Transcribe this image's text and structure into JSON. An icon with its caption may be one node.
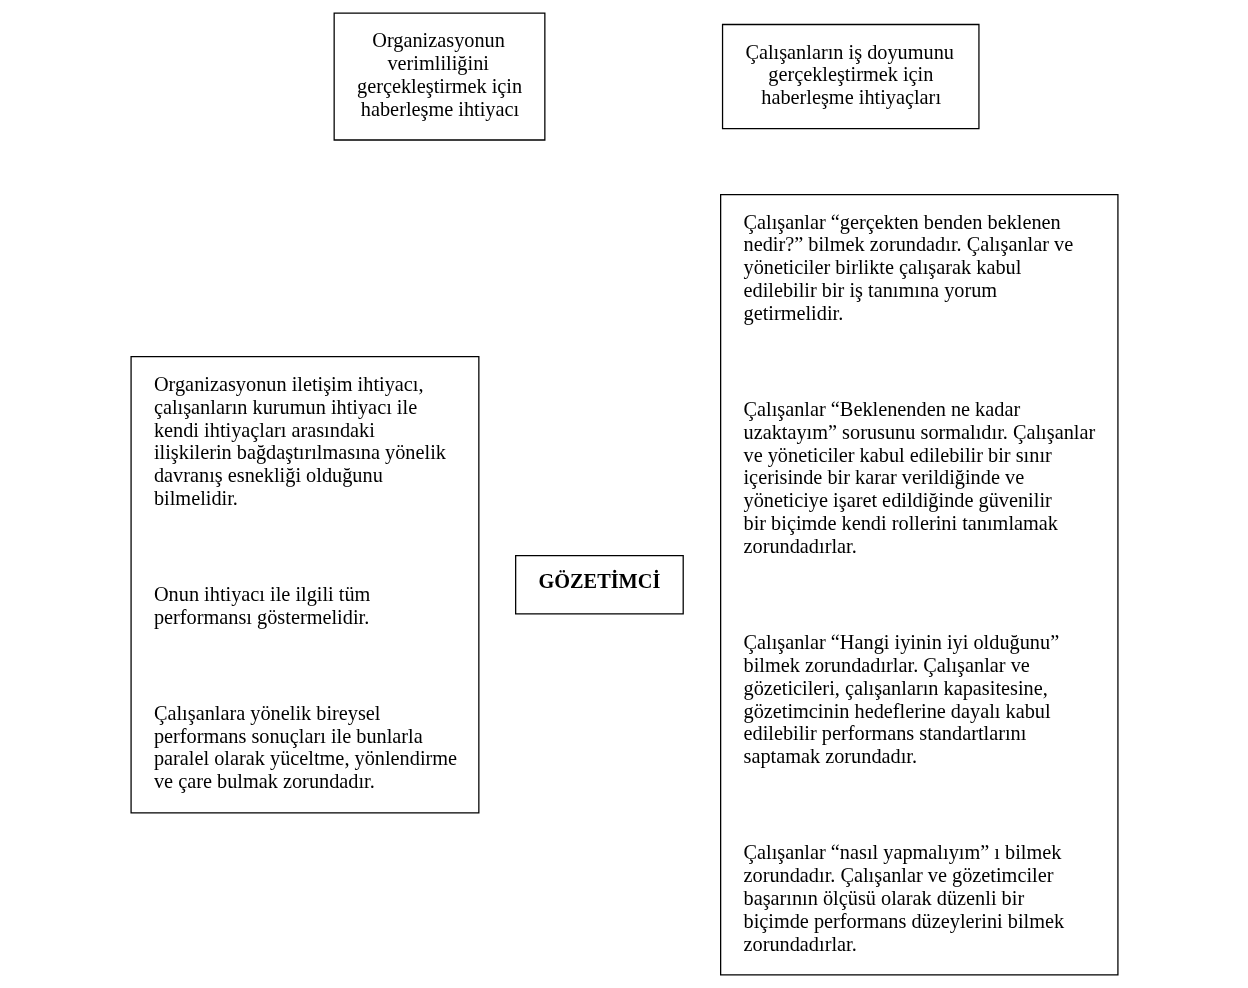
{
  "diagram": {
    "nodes": [
      {
        "text": [
          "Organizasyonun verimliliğini gerçekleştirmek için haberleşme ihtiyacı"
        ]
      },
      {
        "text": [
          "Çalışanların iş doyumunu gerçekleştirmek için haberleşme ihtiyaçları"
        ]
      },
      {
        "text": [
          "Organizasyonun iletişim ihtiyacı, çalışanların kurumun ihtiyacı ile kendi ihtiyaçları arasındaki ilişkilerin bağdaştırılmasına yönelik davranış esnekliği olduğunu bilmelidir.",
          "Onun ihtiyacı ile ilgili tüm performansı göstermelidir.",
          "Çalışanlara yönelik bireysel performans sonuçları ile bunlarla paralel olarak yüceltme, yönlendirme ve çare bulmak zorundadır."
        ]
      },
      {
        "text": [
          "GÖZETİMCİ"
        ]
      },
      {
        "text": [
          "Çalışanlar “gerçekten benden beklenen nedir?” bilmek zorundadır. Çalışanlar ve yöneticiler birlikte çalışarak kabul edilebilir bir iş tanımına yorum getirmelidir.",
          "Çalışanlar “Beklenenden ne kadar uzaktayım” sorusunu sormalıdır. Çalışanlar ve yöneticiler kabul edilebilir bir sınır içerisinde bir karar verildiğinde ve yöneticiye işaret edildiğinde güvenilir bir biçimde kendi rollerini tanımlamak zorundadırlar.",
          "Çalışanlar “Hangi iyinin iyi olduğunu” bilmek zorundadırlar. Çalışanlar ve gözeticileri, çalışanların kapasitesine, gözetimcinin hedeflerine dayalı kabul edilebilir performans standartlarını saptamak zorundadır.",
          "Çalışanlar “nasıl yapmalıyım” ı bilmek zorundadır. Çalışanlar ve gözetimciler başarının ölçüsü olarak düzenli bir biçimde performans düzeylerini bilmek zorundadırlar."
        ]
      }
    ]
  }
}
